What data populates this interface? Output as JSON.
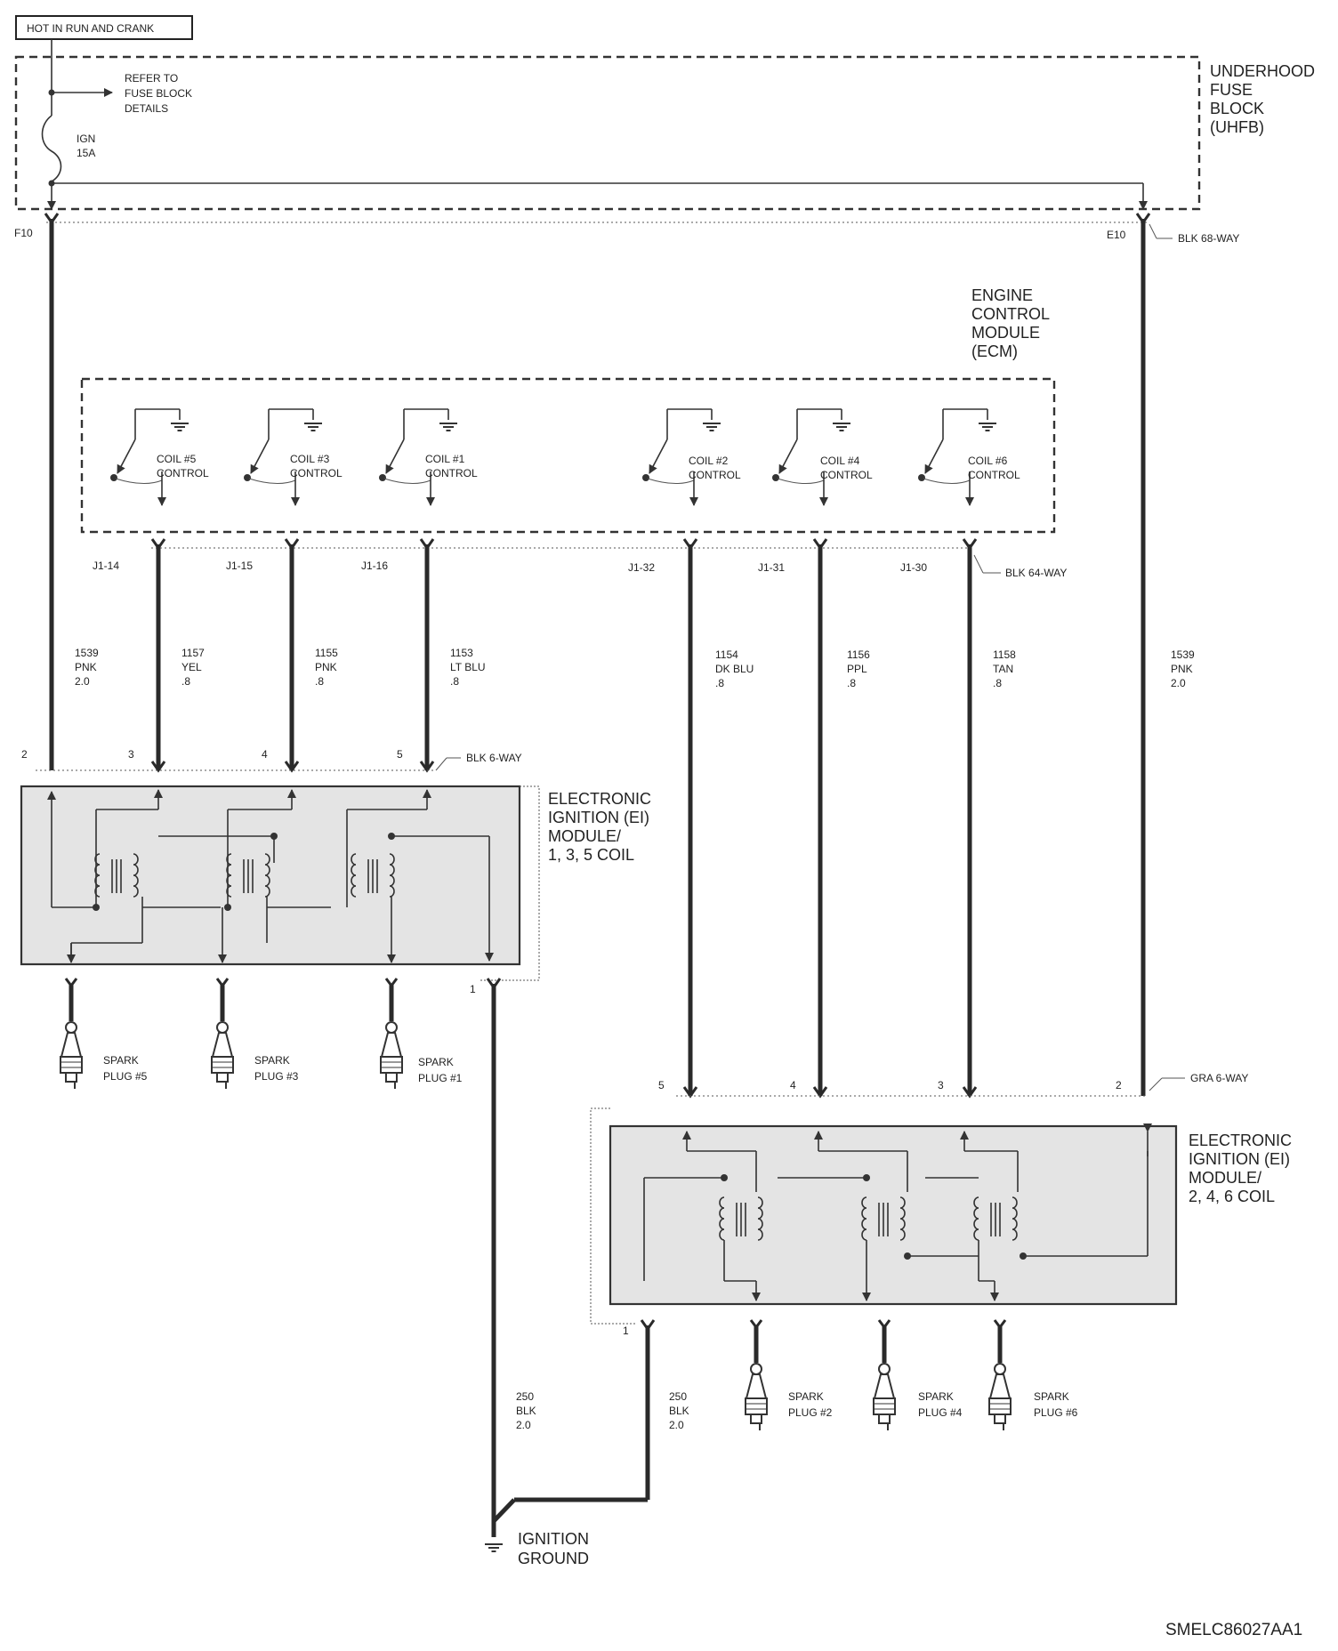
{
  "header": {
    "hot_label": "HOT IN RUN AND CRANK"
  },
  "fuse_block": {
    "title_lines": [
      "UNDERHOOD",
      "FUSE",
      "BLOCK",
      "(UHFB)"
    ],
    "refer_lines": [
      "REFER TO",
      "FUSE BLOCK",
      "DETAILS"
    ],
    "fuse_name": "IGN",
    "fuse_rating": "15A",
    "left_terminal": "F10",
    "right_terminal": "E10",
    "connector": "BLK 68-WAY"
  },
  "ecm": {
    "title_lines": [
      "ENGINE",
      "CONTROL",
      "MODULE",
      "(ECM)"
    ],
    "connector": "BLK 64-WAY",
    "controls": [
      {
        "coil": "COIL #5",
        "label": "CONTROL",
        "pin": "J1-14"
      },
      {
        "coil": "COIL #3",
        "label": "CONTROL",
        "pin": "J1-15"
      },
      {
        "coil": "COIL #1",
        "label": "CONTROL",
        "pin": "J1-16"
      },
      {
        "coil": "COIL #2",
        "label": "CONTROL",
        "pin": "J1-32"
      },
      {
        "coil": "COIL #4",
        "label": "CONTROL",
        "pin": "J1-31"
      },
      {
        "coil": "COIL #6",
        "label": "CONTROL",
        "pin": "J1-30"
      }
    ]
  },
  "wires": [
    {
      "circuit": "1539",
      "color": "PNK",
      "gauge": "2.0"
    },
    {
      "circuit": "1157",
      "color": "YEL",
      "gauge": ".8"
    },
    {
      "circuit": "1155",
      "color": "PNK",
      "gauge": ".8"
    },
    {
      "circuit": "1153",
      "color": "LT BLU",
      "gauge": ".8"
    },
    {
      "circuit": "1154",
      "color": "DK BLU",
      "gauge": ".8"
    },
    {
      "circuit": "1156",
      "color": "PPL",
      "gauge": ".8"
    },
    {
      "circuit": "1158",
      "color": "TAN",
      "gauge": ".8"
    },
    {
      "circuit": "1539",
      "color": "PNK",
      "gauge": "2.0"
    },
    {
      "circuit": "250",
      "color": "BLK",
      "gauge": "2.0"
    },
    {
      "circuit": "250",
      "color": "BLK",
      "gauge": "2.0"
    }
  ],
  "ei_module_a": {
    "title_lines": [
      "ELECTRONIC",
      "IGNITION (EI)",
      "MODULE/",
      "1, 3, 5 COIL"
    ],
    "connector": "BLK 6-WAY",
    "pins": [
      "2",
      "3",
      "4",
      "5"
    ],
    "ground_pin": "1"
  },
  "ei_module_b": {
    "title_lines": [
      "ELECTRONIC",
      "IGNITION (EI)",
      "MODULE/",
      "2, 4, 6 COIL"
    ],
    "connector": "GRA 6-WAY",
    "pins": [
      "5",
      "4",
      "3",
      "2"
    ],
    "ground_pin": "1"
  },
  "spark_plugs": [
    {
      "word": "SPARK",
      "name": "PLUG #5"
    },
    {
      "word": "SPARK",
      "name": "PLUG #3"
    },
    {
      "word": "SPARK",
      "name": "PLUG #1"
    },
    {
      "word": "SPARK",
      "name": "PLUG #2"
    },
    {
      "word": "SPARK",
      "name": "PLUG #4"
    },
    {
      "word": "SPARK",
      "name": "PLUG #6"
    }
  ],
  "ground": {
    "lines": [
      "IGNITION",
      "GROUND"
    ]
  },
  "footer": {
    "diagram_id": "SMELC86027AA1"
  }
}
